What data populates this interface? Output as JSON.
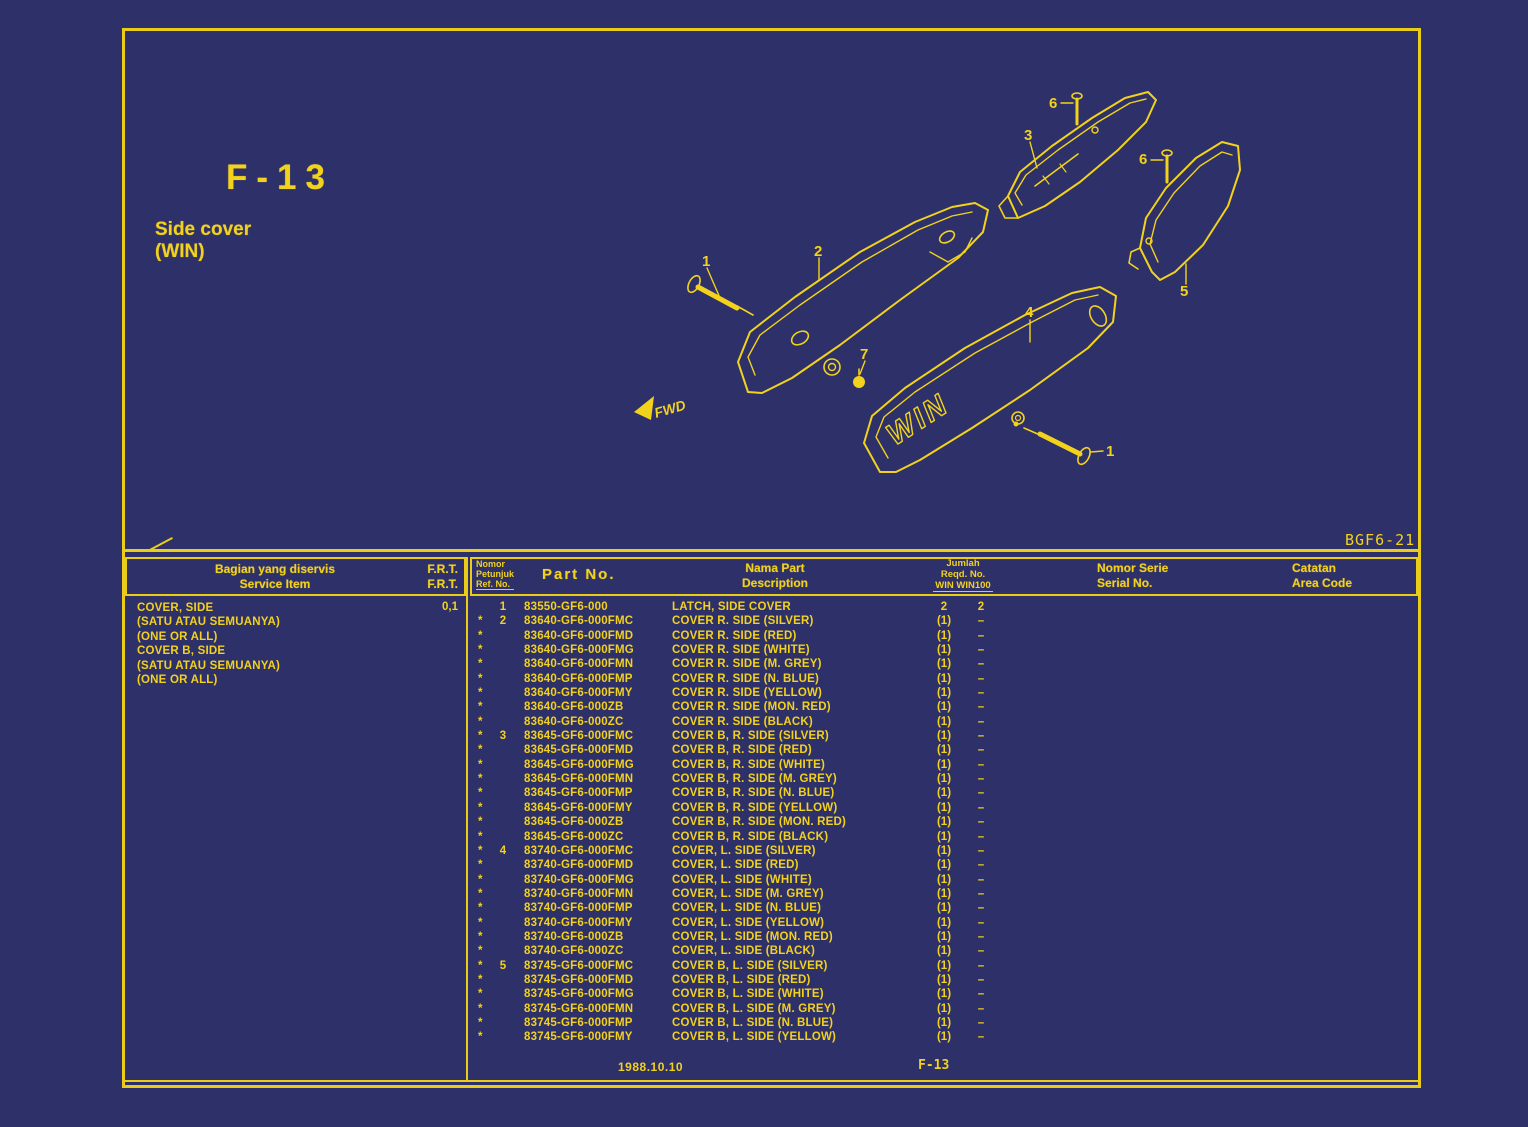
{
  "page": {
    "bg_color": "#2d3069",
    "accent_color": "#f2d21c",
    "figure_code": "F-13",
    "subtitle_line1": "Side cover",
    "subtitle_line2": "(WIN)",
    "doc_ref": "BGF6-21",
    "footer_date": "1988.10.10",
    "footer_page": "F-13"
  },
  "diagram": {
    "fwd_label": "FWD",
    "win_logo": "WIN",
    "callouts": [
      "1",
      "2",
      "3",
      "4",
      "5",
      "6",
      "6",
      "7",
      "1"
    ]
  },
  "table": {
    "left": {
      "header_line1": "Bagian yang diservis",
      "header_line2": "Service Item",
      "frt_line1": "F.R.T.",
      "frt_line2": "F.R.T.",
      "frt_value": "0,1",
      "items": [
        "COVER, SIDE",
        "(SATU ATAU SEMUANYA)",
        "(ONE OR ALL)",
        "COVER B, SIDE",
        "(SATU ATAU SEMUANYA)",
        "(ONE OR ALL)"
      ]
    },
    "right": {
      "headers": {
        "ref_line1": "Nomor",
        "ref_line2": "Petunjuk",
        "ref_line3": "Ref. No.",
        "part_no": "Part No.",
        "desc_line1": "Nama Part",
        "desc_line2": "Description",
        "qty_line1": "Jumlah",
        "qty_line2": "Reqd. No.",
        "qty_line3": "WIN WIN100",
        "serial_line1": "Nomor Serie",
        "serial_line2": "Serial No.",
        "area_line1": "Catatan",
        "area_line2": "Area Code"
      },
      "rows": [
        {
          "star": "",
          "ref": "1",
          "part": "83550-GF6-000",
          "desc": "LATCH, SIDE COVER",
          "win": "2",
          "win100": "2"
        },
        {
          "star": "*",
          "ref": "2",
          "part": "83640-GF6-000FMC",
          "desc": "COVER R. SIDE (SILVER)",
          "win": "(1)",
          "win100": "–"
        },
        {
          "star": "*",
          "ref": "",
          "part": "83640-GF6-000FMD",
          "desc": "COVER R. SIDE (RED)",
          "win": "(1)",
          "win100": "–"
        },
        {
          "star": "*",
          "ref": "",
          "part": "83640-GF6-000FMG",
          "desc": "COVER R. SIDE (WHITE)",
          "win": "(1)",
          "win100": "–"
        },
        {
          "star": "*",
          "ref": "",
          "part": "83640-GF6-000FMN",
          "desc": "COVER R. SIDE (M. GREY)",
          "win": "(1)",
          "win100": "–"
        },
        {
          "star": "*",
          "ref": "",
          "part": "83640-GF6-000FMP",
          "desc": "COVER R. SIDE (N. BLUE)",
          "win": "(1)",
          "win100": "–"
        },
        {
          "star": "*",
          "ref": "",
          "part": "83640-GF6-000FMY",
          "desc": "COVER R. SIDE (YELLOW)",
          "win": "(1)",
          "win100": "–"
        },
        {
          "star": "*",
          "ref": "",
          "part": "83640-GF6-000ZB",
          "desc": "COVER R. SIDE (MON. RED)",
          "win": "(1)",
          "win100": "–"
        },
        {
          "star": "*",
          "ref": "",
          "part": "83640-GF6-000ZC",
          "desc": "COVER R. SIDE (BLACK)",
          "win": "(1)",
          "win100": "–"
        },
        {
          "star": "*",
          "ref": "3",
          "part": "83645-GF6-000FMC",
          "desc": "COVER B, R. SIDE (SILVER)",
          "win": "(1)",
          "win100": "–"
        },
        {
          "star": "*",
          "ref": "",
          "part": "83645-GF6-000FMD",
          "desc": "COVER B, R. SIDE (RED)",
          "win": "(1)",
          "win100": "–"
        },
        {
          "star": "*",
          "ref": "",
          "part": "83645-GF6-000FMG",
          "desc": "COVER B, R. SIDE (WHITE)",
          "win": "(1)",
          "win100": "–"
        },
        {
          "star": "*",
          "ref": "",
          "part": "83645-GF6-000FMN",
          "desc": "COVER B, R. SIDE (M. GREY)",
          "win": "(1)",
          "win100": "–"
        },
        {
          "star": "*",
          "ref": "",
          "part": "83645-GF6-000FMP",
          "desc": "COVER B, R. SIDE (N. BLUE)",
          "win": "(1)",
          "win100": "–"
        },
        {
          "star": "*",
          "ref": "",
          "part": "83645-GF6-000FMY",
          "desc": "COVER B, R. SIDE (YELLOW)",
          "win": "(1)",
          "win100": "–"
        },
        {
          "star": "*",
          "ref": "",
          "part": "83645-GF6-000ZB",
          "desc": "COVER B, R. SIDE (MON. RED)",
          "win": "(1)",
          "win100": "–"
        },
        {
          "star": "*",
          "ref": "",
          "part": "83645-GF6-000ZC",
          "desc": "COVER B, R. SIDE (BLACK)",
          "win": "(1)",
          "win100": "–"
        },
        {
          "star": "*",
          "ref": "4",
          "part": "83740-GF6-000FMC",
          "desc": "COVER, L. SIDE (SILVER)",
          "win": "(1)",
          "win100": "–"
        },
        {
          "star": "*",
          "ref": "",
          "part": "83740-GF6-000FMD",
          "desc": "COVER, L. SIDE (RED)",
          "win": "(1)",
          "win100": "–"
        },
        {
          "star": "*",
          "ref": "",
          "part": "83740-GF6-000FMG",
          "desc": "COVER, L. SIDE (WHITE)",
          "win": "(1)",
          "win100": "–"
        },
        {
          "star": "*",
          "ref": "",
          "part": "83740-GF6-000FMN",
          "desc": "COVER, L. SIDE (M. GREY)",
          "win": "(1)",
          "win100": "–"
        },
        {
          "star": "*",
          "ref": "",
          "part": "83740-GF6-000FMP",
          "desc": "COVER, L. SIDE (N. BLUE)",
          "win": "(1)",
          "win100": "–"
        },
        {
          "star": "*",
          "ref": "",
          "part": "83740-GF6-000FMY",
          "desc": "COVER, L. SIDE (YELLOW)",
          "win": "(1)",
          "win100": "–"
        },
        {
          "star": "*",
          "ref": "",
          "part": "83740-GF6-000ZB",
          "desc": "COVER, L. SIDE (MON. RED)",
          "win": "(1)",
          "win100": "–"
        },
        {
          "star": "*",
          "ref": "",
          "part": "83740-GF6-000ZC",
          "desc": "COVER, L. SIDE (BLACK)",
          "win": "(1)",
          "win100": "–"
        },
        {
          "star": "*",
          "ref": "5",
          "part": "83745-GF6-000FMC",
          "desc": "COVER B, L. SIDE (SILVER)",
          "win": "(1)",
          "win100": "–"
        },
        {
          "star": "*",
          "ref": "",
          "part": "83745-GF6-000FMD",
          "desc": "COVER B, L. SIDE (RED)",
          "win": "(1)",
          "win100": "–"
        },
        {
          "star": "*",
          "ref": "",
          "part": "83745-GF6-000FMG",
          "desc": "COVER B, L. SIDE (WHITE)",
          "win": "(1)",
          "win100": "–"
        },
        {
          "star": "*",
          "ref": "",
          "part": "83745-GF6-000FMN",
          "desc": "COVER B, L. SIDE (M. GREY)",
          "win": "(1)",
          "win100": "–"
        },
        {
          "star": "*",
          "ref": "",
          "part": "83745-GF6-000FMP",
          "desc": "COVER B, L. SIDE (N. BLUE)",
          "win": "(1)",
          "win100": "–"
        },
        {
          "star": "*",
          "ref": "",
          "part": "83745-GF6-000FMY",
          "desc": "COVER B, L. SIDE (YELLOW)",
          "win": "(1)",
          "win100": "–"
        }
      ]
    }
  }
}
